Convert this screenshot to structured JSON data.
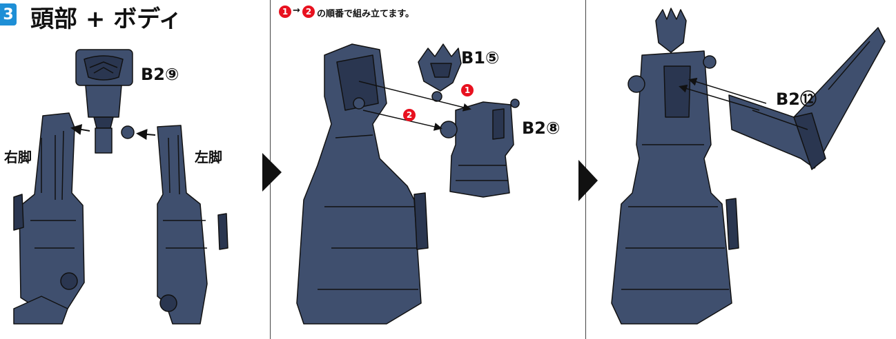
{
  "step": {
    "number": "3",
    "title": "頭部 + ボディ"
  },
  "instruction": {
    "badge1": "1",
    "arrow": "→",
    "badge2": "2",
    "text": "の順番で組み立てます。"
  },
  "panel1": {
    "head_label": "B2⑨",
    "right_leg_label": "右脚",
    "left_leg_label": "左脚"
  },
  "panel2": {
    "head_label": "B1⑤",
    "body_label": "B2⑧",
    "badge1": "1",
    "badge2": "2"
  },
  "panel3": {
    "weapon_label": "B2⑫"
  },
  "colors": {
    "step_badge": "#1e8fd6",
    "number_badge": "#e8111f",
    "part_fill": "#3f4f6e",
    "part_dark": "#2a3650",
    "line": "#111111"
  }
}
